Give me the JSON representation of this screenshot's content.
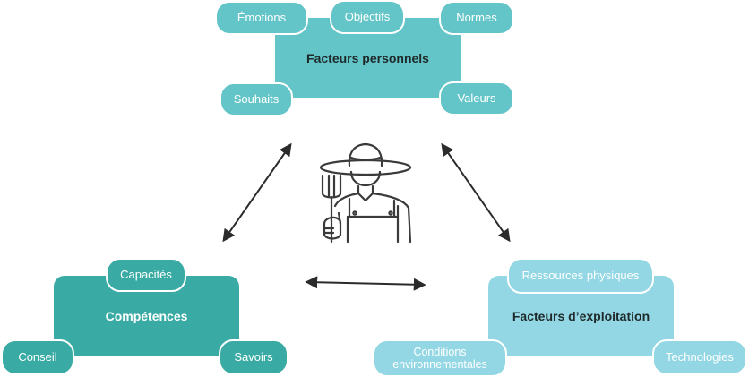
{
  "colors": {
    "personal": "#64c5c8",
    "competence": "#3aaba4",
    "exploitation": "#93d7e4",
    "arrow": "#2b2b2b",
    "icon": "#3a3a3a"
  },
  "top": {
    "title": "Facteurs personnels",
    "emotions": "Émotions",
    "objectifs": "Objectifs",
    "normes": "Normes",
    "souhaits": "Souhaits",
    "valeurs": "Valeurs"
  },
  "left": {
    "title": "Compétences",
    "capacites": "Capacités",
    "conseil": "Conseil",
    "savoirs": "Savoirs"
  },
  "right": {
    "title": "Facteurs d’exploitation",
    "ressources": "Ressources physiques",
    "conditions": "Conditions environnementales",
    "technologies": "Technologies"
  },
  "icons": [
    "farmer-with-pitchfork-icon"
  ]
}
